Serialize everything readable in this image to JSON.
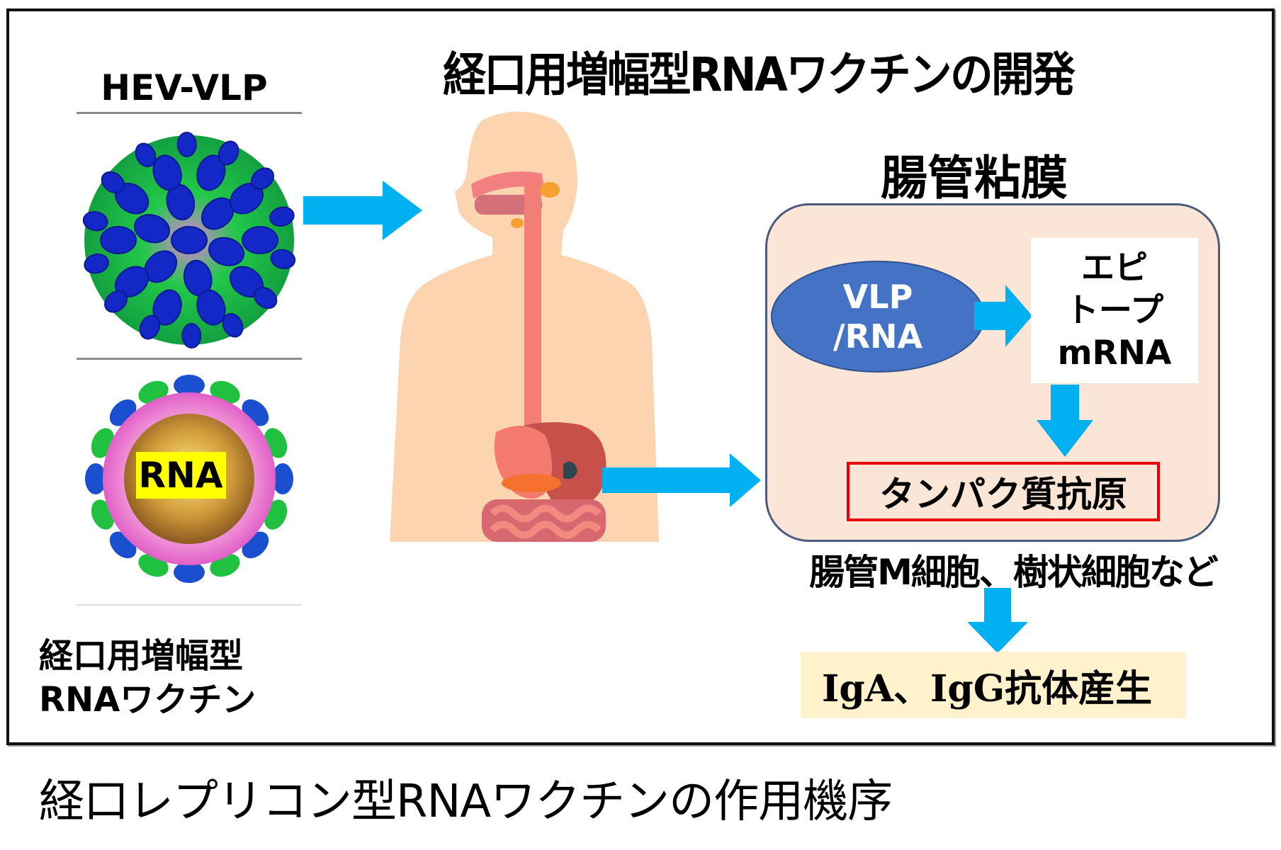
{
  "diagram": {
    "title": "経口用増幅型RNAワクチンの開発",
    "left_column": {
      "hev_label": "HEV-VLP",
      "vlp_image": "HEV virus-like particle (icosahedral capsid, blue/green/pink)",
      "rna_image_label": "RNA",
      "caption_line1": "経口用増幅型",
      "caption_line2": "RNAワクチン"
    },
    "body_figure": "human digestive system illustration",
    "mucosa": {
      "title": "腸管粘膜",
      "vlp_rna_line1": "VLP",
      "vlp_rna_line2": "/RNA",
      "epitope_line1": "エピ",
      "epitope_line2": "トープ",
      "epitope_line3": "mRNA",
      "antigen": "タンパク質抗原"
    },
    "cells": "腸管M細胞、樹状細胞など",
    "antibody": "IgA、IgG抗体産生",
    "bottom_caption": "経口レプリコン型RNAワクチンの作用機序",
    "colors": {
      "arrow": "#00B0F0",
      "mucosa_fill": "#FBE5D6",
      "ellipse_fill": "#4472C4",
      "antigen_border": "#E8000B",
      "antibody_fill": "#FFF2CC",
      "skin": "#FCD5B0"
    }
  }
}
